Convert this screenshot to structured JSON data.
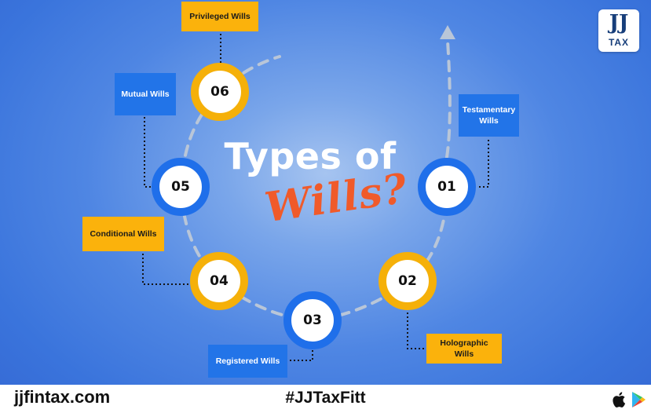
{
  "title": {
    "line1": "Types of",
    "line2": "Wills?"
  },
  "nodes": [
    {
      "number": "01",
      "label": "Testamentary Wills",
      "ring_color": "#1f6fea",
      "label_color": "blue"
    },
    {
      "number": "02",
      "label": "Holographic Wills",
      "ring_color": "#f5b009",
      "label_color": "gold"
    },
    {
      "number": "03",
      "label": "Registered Wills",
      "ring_color": "#1f6fea",
      "label_color": "blue"
    },
    {
      "number": "04",
      "label": "Conditional Wills",
      "ring_color": "#f5b009",
      "label_color": "gold"
    },
    {
      "number": "05",
      "label": "Mutual Wills",
      "ring_color": "#1f6fea",
      "label_color": "blue"
    },
    {
      "number": "06",
      "label": "Privileged Wills",
      "ring_color": "#f5b009",
      "label_color": "gold"
    }
  ],
  "logo": {
    "mark": "JJ",
    "text": "TAX"
  },
  "footer": {
    "website": "jjfintax.com",
    "hashtag": "#JJTaxFitt",
    "icons": [
      "apple-icon",
      "google-play-icon"
    ]
  },
  "colors": {
    "blue": "#1f6fea",
    "gold": "#f5b009",
    "accent": "#f05a2a",
    "background": "#4f86e3"
  }
}
